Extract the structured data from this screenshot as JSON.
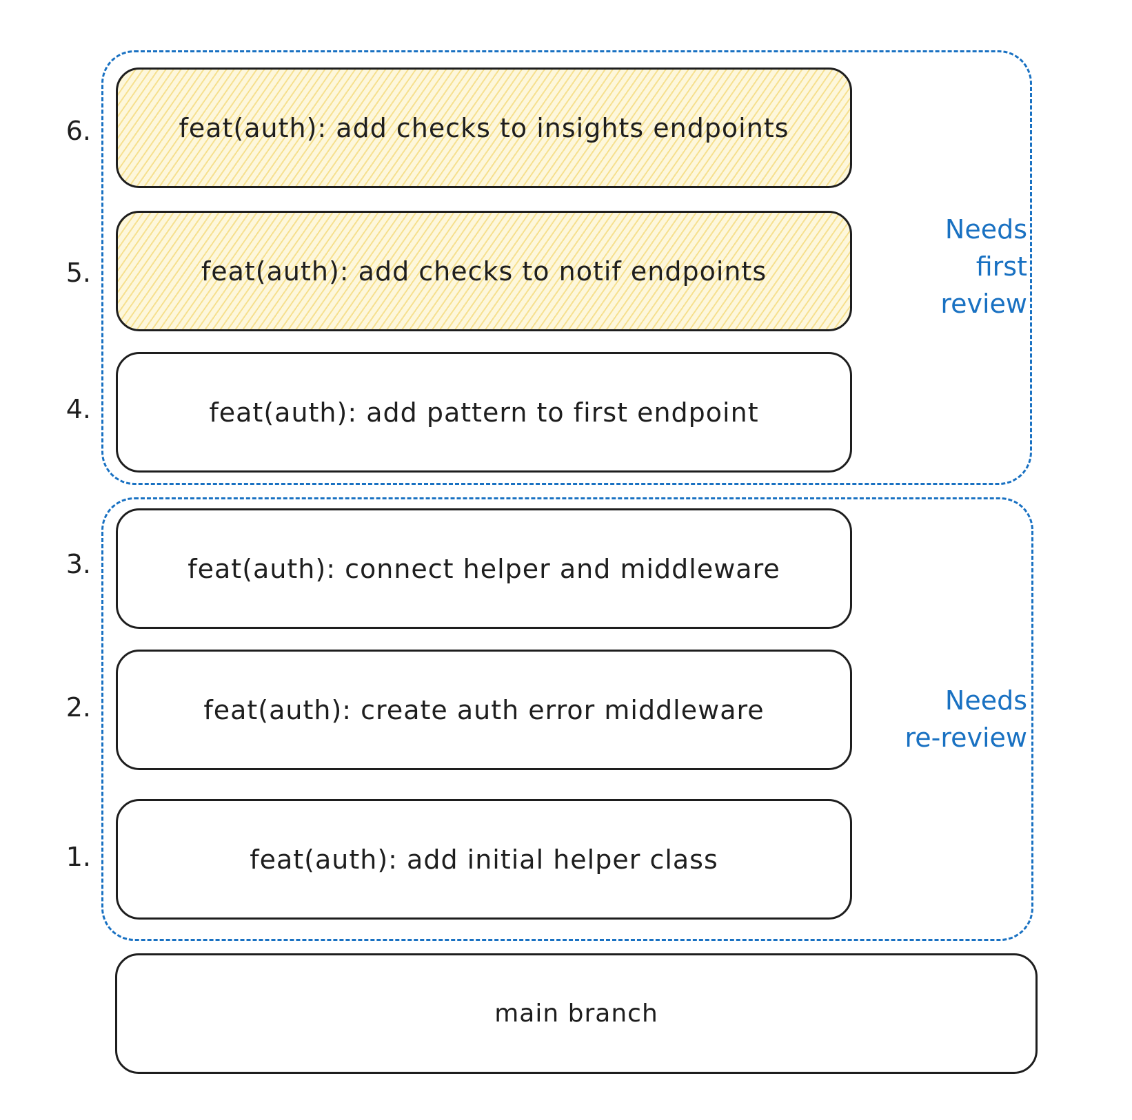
{
  "groups": {
    "top_label_line1": "Needs",
    "top_label_line2": "first",
    "top_label_line3": "review",
    "bottom_label_line1": "Needs",
    "bottom_label_line2": "re-review"
  },
  "commits": [
    {
      "number": "6.",
      "message": "feat(auth): add checks to insights endpoints"
    },
    {
      "number": "5.",
      "message": "feat(auth): add checks to notif endpoints"
    },
    {
      "number": "4.",
      "message": "feat(auth): add pattern to first endpoint"
    },
    {
      "number": "3.",
      "message": "feat(auth): connect helper and middleware"
    },
    {
      "number": "2.",
      "message": "feat(auth): create auth error middleware"
    },
    {
      "number": "1.",
      "message": "feat(auth): add initial helper class"
    }
  ],
  "base": {
    "label": "main branch"
  },
  "colors": {
    "group_border": "#1971c2",
    "label_text": "#1971c2",
    "highlight_fill": "#fdf7dc",
    "hatch": "#f0cd50",
    "stroke": "#1e1e1e"
  }
}
